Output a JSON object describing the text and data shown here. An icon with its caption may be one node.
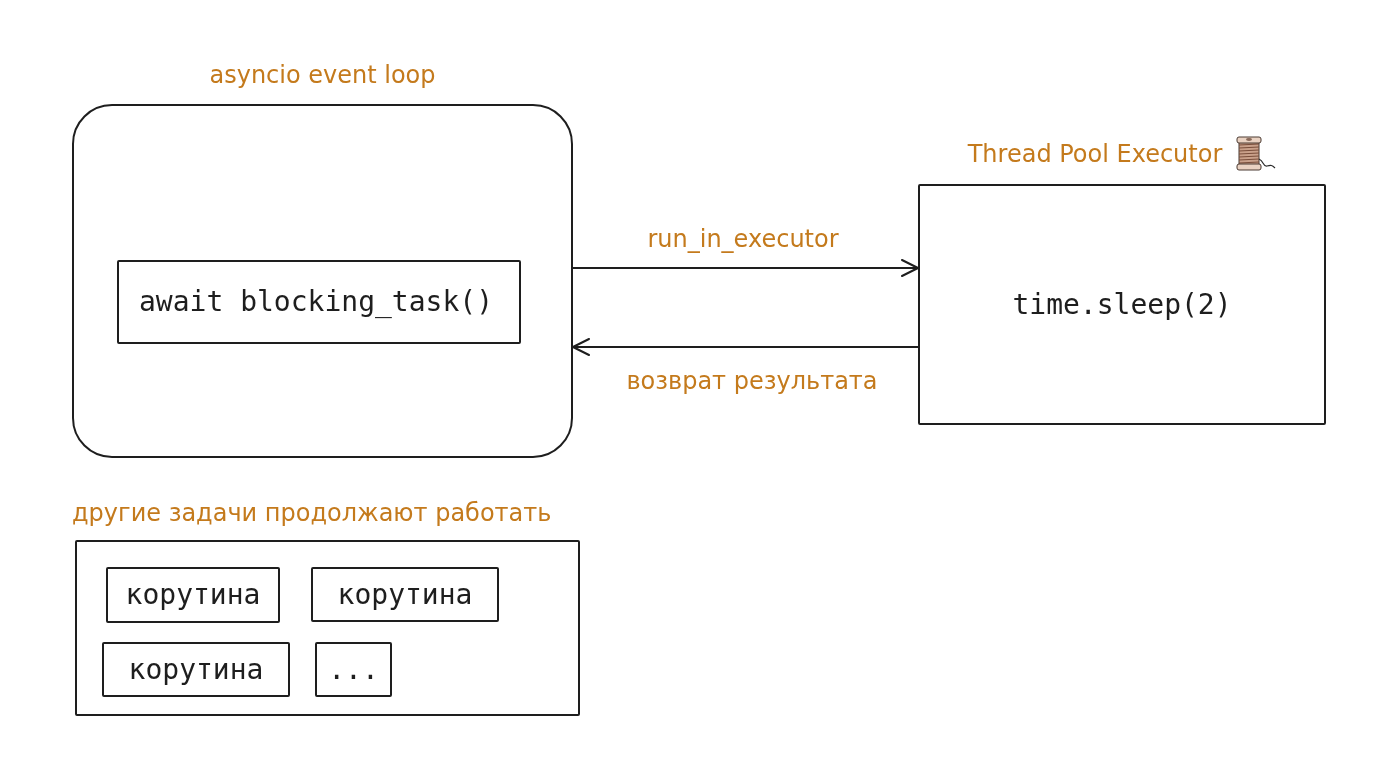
{
  "diagram": {
    "nodes": [
      {
        "text": [
          "asyncio event loop"
        ]
      },
      {
        "text": [
          "await blocking_task()"
        ],
        "in": 0
      },
      {
        "text": [
          "Thread Pool Executor",
          "time.sleep(2)"
        ]
      },
      {
        "text": [
          "другие задачи продолжают работать"
        ]
      },
      {
        "text": [
          "корутина"
        ],
        "in": 3
      },
      {
        "text": [
          "корутина"
        ],
        "in": 3
      },
      {
        "text": [
          "корутина"
        ],
        "in": 3
      },
      {
        "text": [
          "..."
        ],
        "in": 3
      }
    ],
    "edges": [
      {
        "from": 0,
        "to": 2,
        "arrow": "to",
        "label": "run_in_executor"
      },
      {
        "from": 2,
        "to": 0,
        "arrow": "to",
        "label": "возврат результата"
      }
    ]
  }
}
